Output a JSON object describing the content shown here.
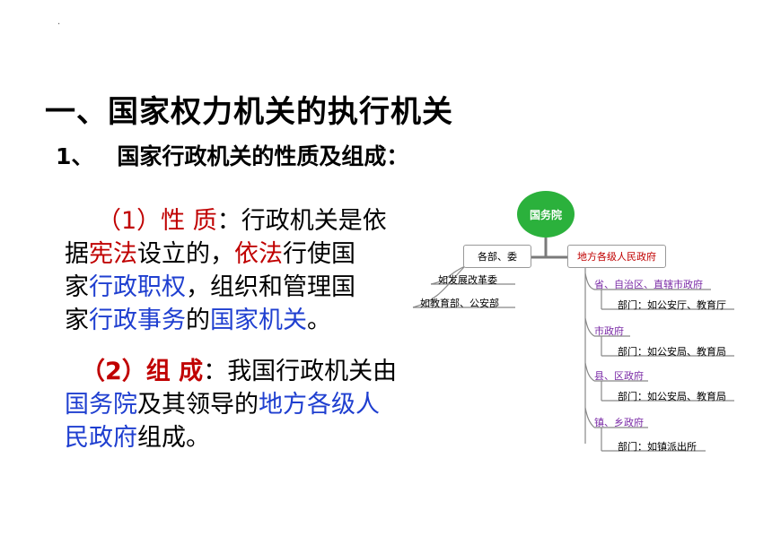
{
  "slide": {
    "dot": "·",
    "title": "一、国家权力机关的执行机关",
    "subtitle_num": "1、",
    "subtitle_text": "国家行政机关的性质及组成：",
    "p1": {
      "label": "（1）性 质",
      "colon": "：",
      "t1": "行政机关是依",
      "t2": "据",
      "xianfa": "宪法",
      "t3": "设立的，",
      "yifa": "依法",
      "t4": "行使国",
      "t5": "家",
      "zhiquan": "行政职权",
      "t6": "，组织和管理国",
      "t7": "家",
      "shiwu": "行政事务",
      "t8": "的",
      "jiguan": "国家机关",
      "t9": "。"
    },
    "p2": {
      "label": "（2）组 成",
      "colon": "：",
      "t1": "我国行政机关由",
      "guowuyuan": "国务院",
      "t2": "及其领导的",
      "difang": "地方各级人",
      "minzhengfu": "民政府",
      "t3": "组成。"
    }
  },
  "diagram": {
    "root": "国务院",
    "left_box": "各部、委",
    "left_items": [
      "如发展改革委",
      "如教育部、公安部"
    ],
    "right_box": "地方各级人民政府",
    "levels": [
      {
        "name": "省、自治区、直辖市政府",
        "dept": "部门：如公安厅、教育厅"
      },
      {
        "name": "市政府",
        "dept": "部门：如公安局、教育局"
      },
      {
        "name": "县、区政府",
        "dept": "部门：如公安局、教育局"
      },
      {
        "name": "镇、乡政府",
        "dept": "部门：如镇派出所"
      }
    ]
  }
}
